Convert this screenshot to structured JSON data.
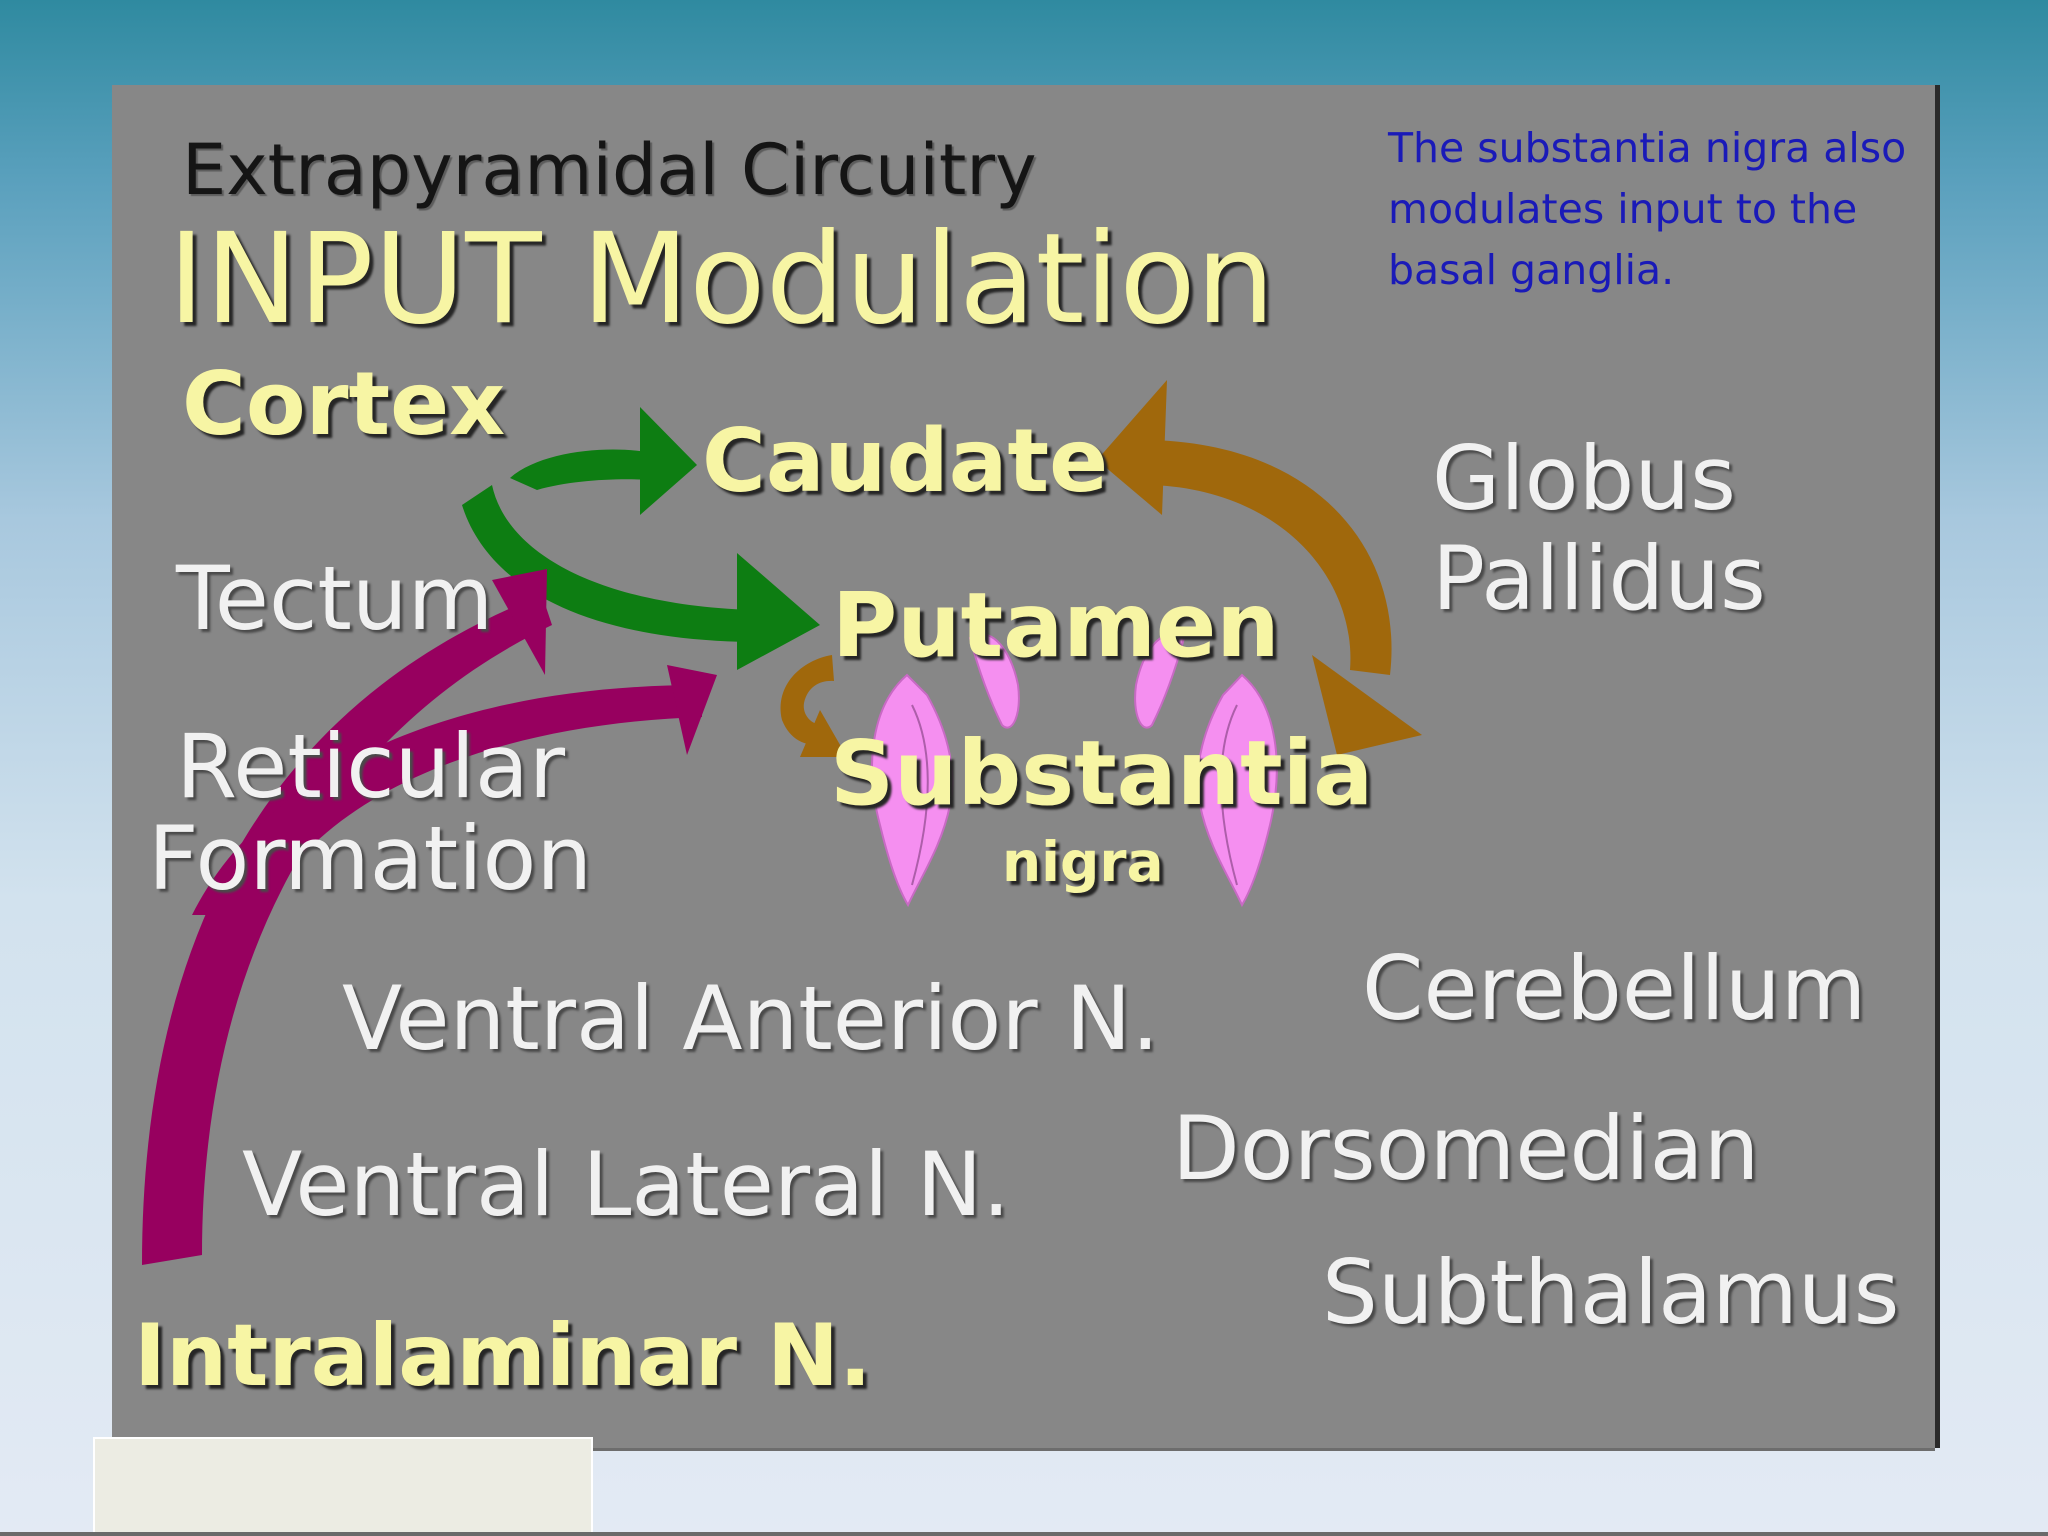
{
  "slide": {
    "note_text": "The substantia nigra also modulates input to the basal ganglia."
  },
  "figure": {
    "title": "Extrapyramidal Circuitry",
    "subtitle": "INPUT Modulation",
    "labels": {
      "cortex": "Cortex",
      "caudate": "Caudate",
      "putamen": "Putamen",
      "substantia": "Substantia",
      "nigra": "nigra",
      "tectum": "Tectum",
      "reticular": "Reticular",
      "formation": "Formation",
      "globus": "Globus",
      "pallidus": "Pallidus",
      "ventral_anterior": "Ventral Anterior N.",
      "ventral_lateral": "Ventral Lateral N.",
      "intralaminar": "Intralaminar N.",
      "cerebellum": "Cerebellum",
      "dorsomedian": "Dorsomedian",
      "subthalamus": "Subthalamus"
    },
    "colors": {
      "panel": "#878787",
      "cortex_arrows": "#0d7d12",
      "pallidus_arrow": "#a0680c",
      "intralaminar_arrows": "#97005f",
      "nigra_shapes": "#f58ff0",
      "highlight_text": "#f7f5a4",
      "plain_text": "#f1f1f1",
      "note_text": "#1a1ab8"
    }
  }
}
